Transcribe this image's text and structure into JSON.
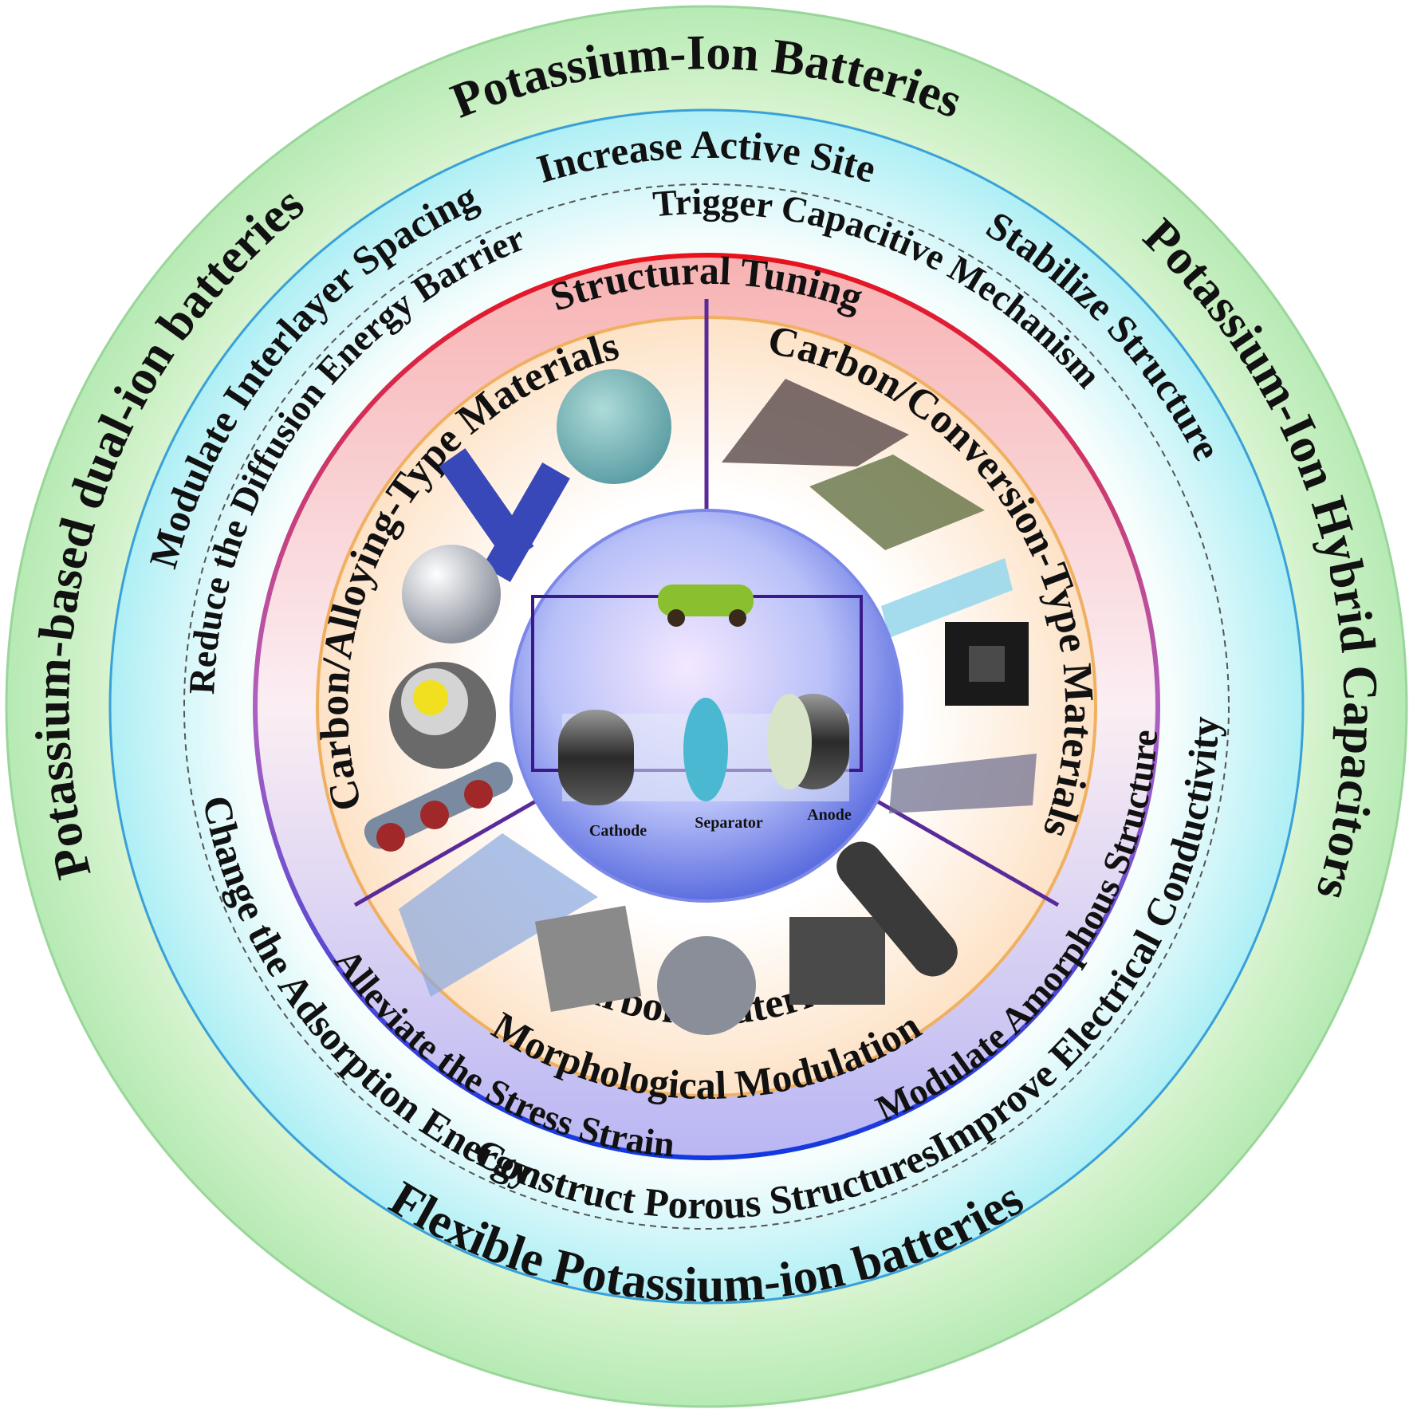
{
  "outer_ring": {
    "top": "Potassium-Ion Batteries",
    "right": "Potassium-Ion Hybrid Capacitors",
    "bottom": "Flexible Potassium-ion batteries",
    "left": "Potassium-based dual-ion batteries"
  },
  "middle_ring": {
    "increase": "Increase Active Site",
    "stabilize": "Stabilize Structure",
    "conductivity": "Improve Electrical Conductivity",
    "porous": "Construct Porous Structures",
    "adsorption": "Change the Adsorption Energy",
    "interlayer": "Modulate Interlayer Spacing"
  },
  "inner_ring": {
    "capacitive": "Trigger Capacitive Mechanism",
    "amorphous": "Modulate Amorphous Structure",
    "stress": "Alleviate the Stress Strain",
    "diffusion": "Reduce the Diffusion Energy Barrier"
  },
  "core_ring": {
    "structural": "Structural Tuning",
    "morphological": "Morphological Modulation"
  },
  "sectors": {
    "alloying": "Carbon/Alloying-Type Materials",
    "conversion": "Carbon/Conversion-Type Materials",
    "carbon": "Carbon Materials"
  },
  "battery": {
    "cathode": "Cathode",
    "separator": "Separator",
    "anode": "Anode"
  },
  "colors": {
    "outer_green": "#bfeec0",
    "middle_cyan": "#b6f1f5",
    "core_red": "#e8121c",
    "core_blue": "#1238e0",
    "divider": "#5a2a9a",
    "sector_fill": "#fde6d0"
  }
}
